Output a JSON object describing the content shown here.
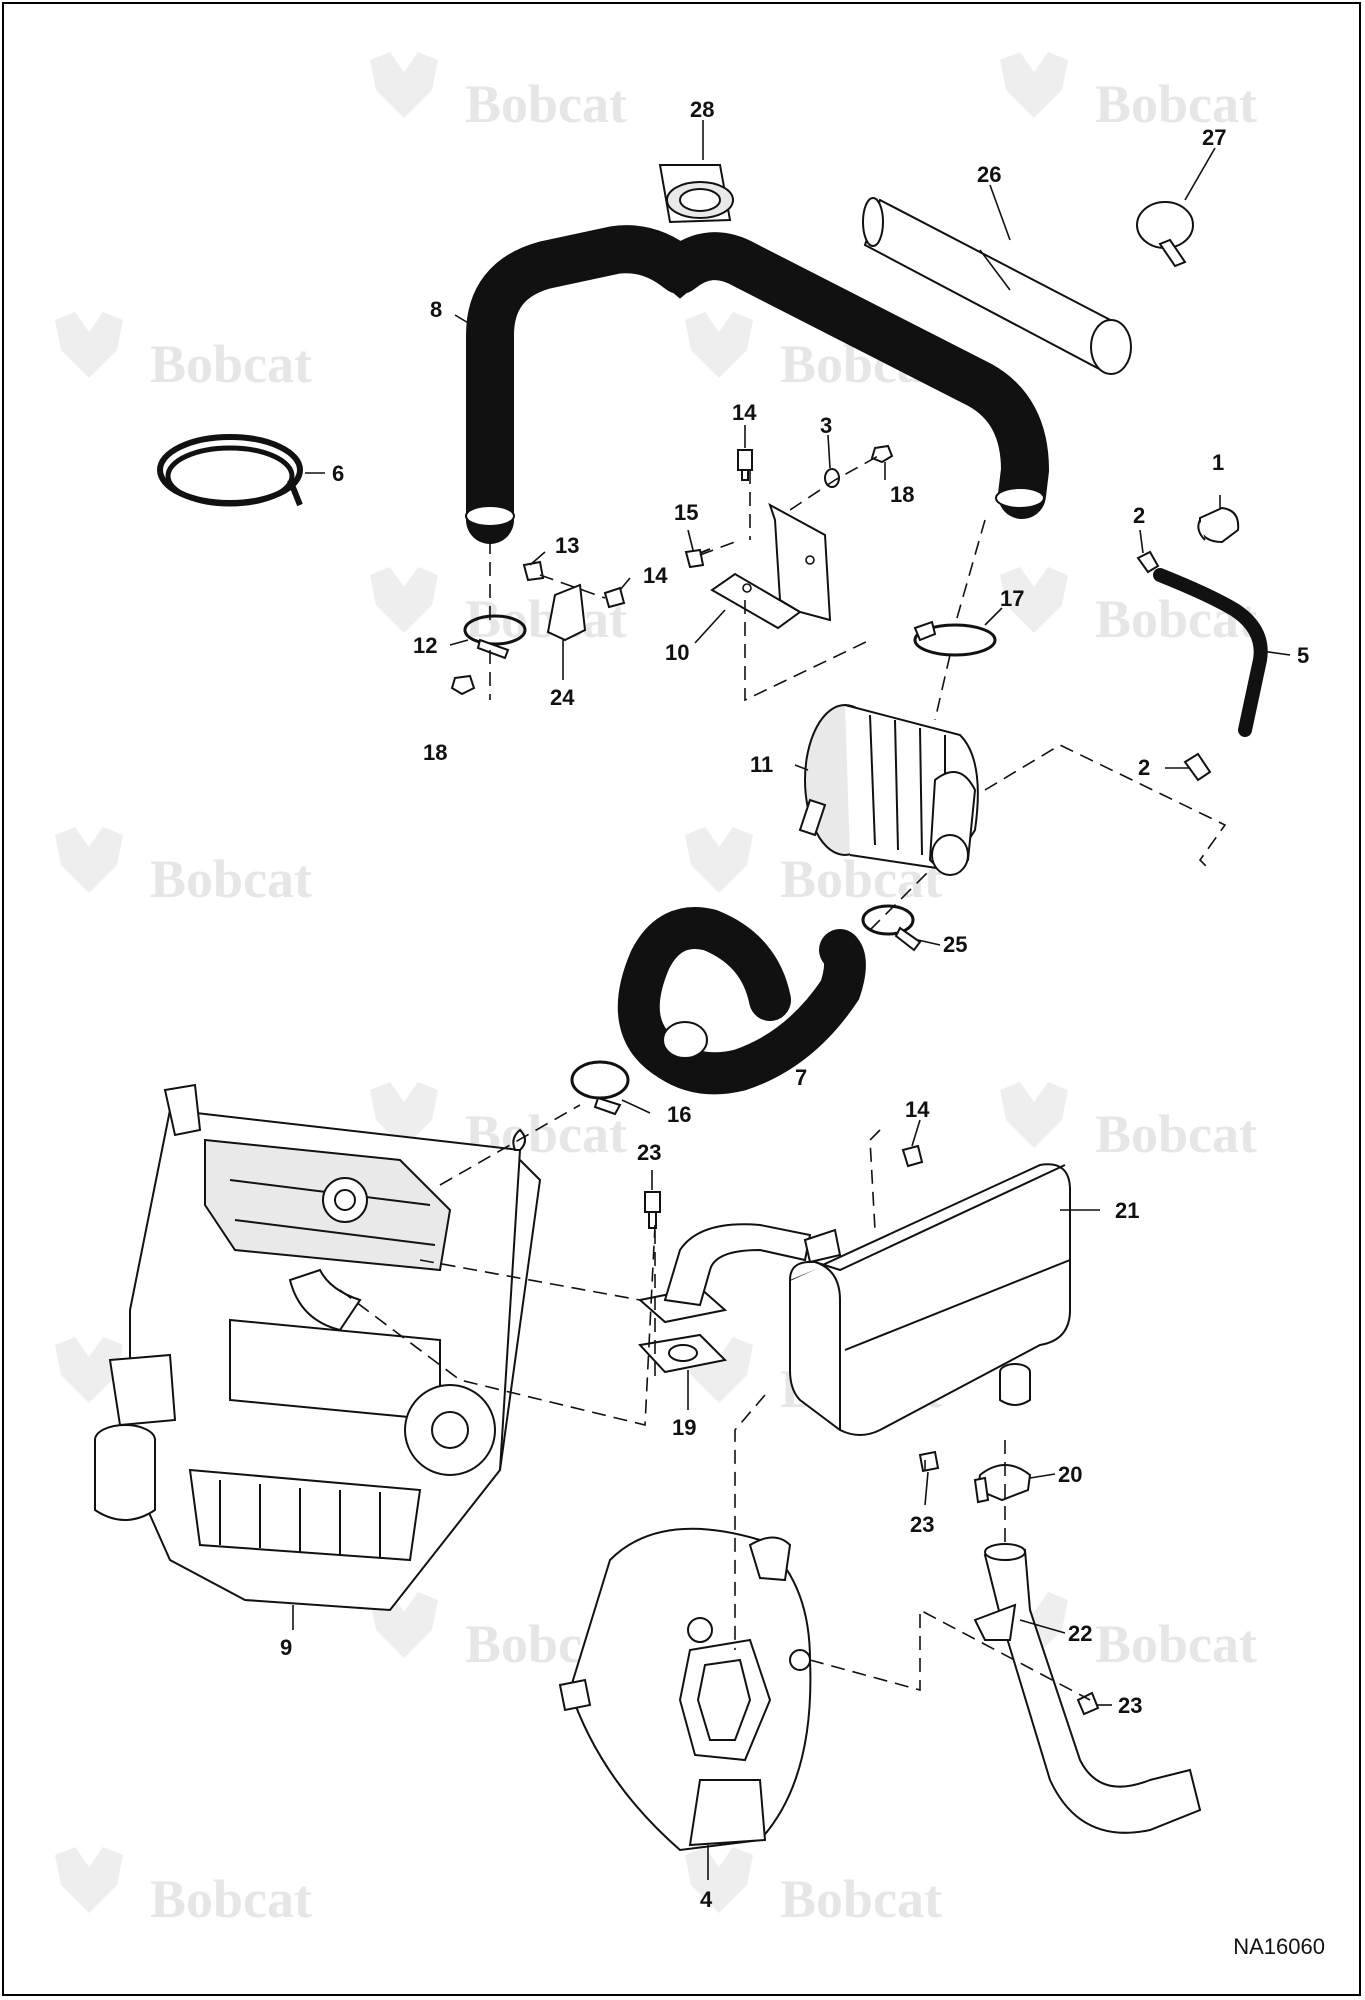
{
  "watermark": {
    "brand": "Bobcat",
    "logo_icon": "bobcat-head-logo",
    "positions_note_hidden": ""
  },
  "reference_code": "NA16060",
  "callouts": {
    "c1": "1",
    "c2a": "2",
    "c2b": "2",
    "c3": "3",
    "c4": "4",
    "c5": "5",
    "c6": "6",
    "c7": "7",
    "c8": "8",
    "c9": "9",
    "c10": "10",
    "c11": "11",
    "c12": "12",
    "c13": "13",
    "c14a": "14",
    "c14b": "14",
    "c14c": "14",
    "c15": "15",
    "c16": "16",
    "c17": "17",
    "c18a": "18",
    "c18b": "18",
    "c19": "19",
    "c20": "20",
    "c21": "21",
    "c22": "22",
    "c23a": "23",
    "c23b": "23",
    "c23c": "23",
    "c24": "24",
    "c25": "25",
    "c26": "26",
    "c27": "27",
    "c28": "28"
  },
  "colors": {
    "line": "#111111",
    "watermark": "#e6e6e6",
    "hose": "#111111"
  }
}
